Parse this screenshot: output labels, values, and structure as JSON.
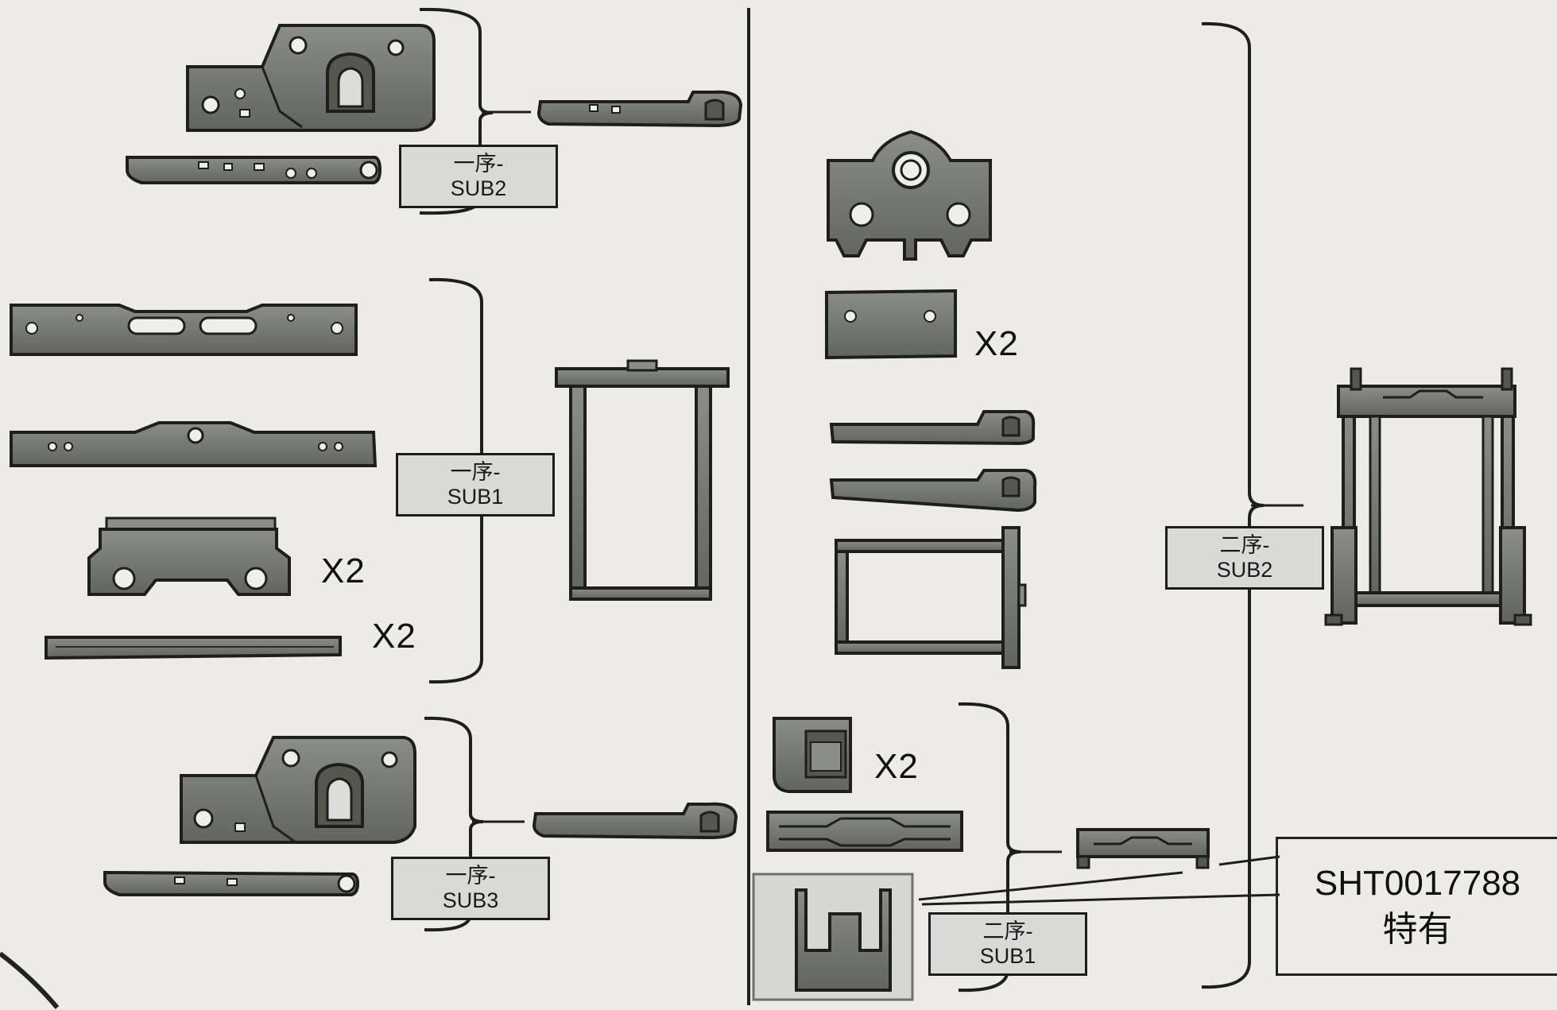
{
  "left_stages": {
    "sub2": {
      "line1": "一序-",
      "line2": "SUB2"
    },
    "sub1": {
      "line1": "一序-",
      "line2": "SUB1"
    },
    "sub3": {
      "line1": "一序-",
      "line2": "SUB3"
    }
  },
  "right_stages": {
    "sub2": {
      "line1": "二序-",
      "line2": "SUB2"
    },
    "sub1": {
      "line1": "二序-",
      "line2": "SUB1"
    }
  },
  "quantities": {
    "bracket_plate": "X2",
    "thin_bar": "X2",
    "small_plate": "X2",
    "hinge_block": "X2"
  },
  "note": {
    "part_no": "SHT0017788",
    "text": "特有"
  },
  "part_color": "#6f716d",
  "line_color": "#1e1e1e"
}
